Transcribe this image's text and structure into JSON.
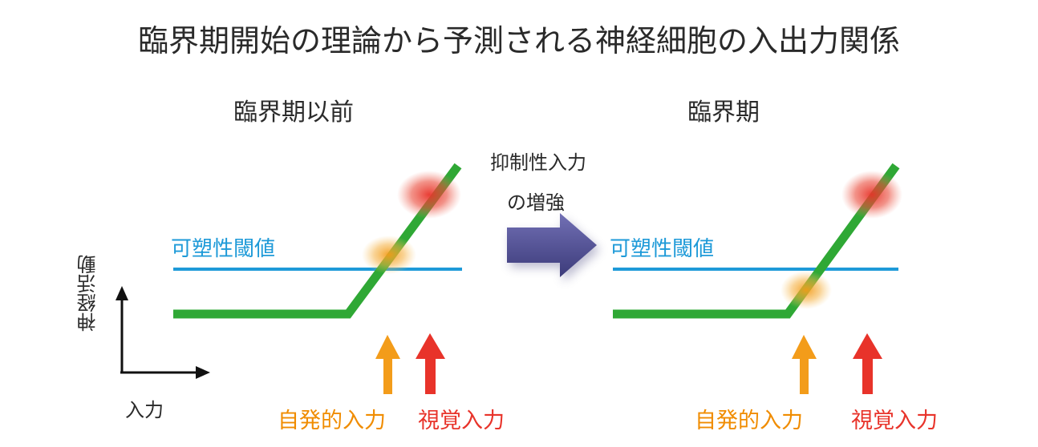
{
  "title": "臨界期開始の理論から予測される神経細胞の入出力関係",
  "panels": {
    "before": {
      "heading": "臨界期以前",
      "threshold_label": "可塑性閾値"
    },
    "critical": {
      "heading": "臨界期",
      "threshold_label": "可塑性閾値"
    }
  },
  "transition": {
    "line1": "抑制性入力",
    "line2": "の増強"
  },
  "axes": {
    "y_label": "神経活動",
    "x_label": "入力"
  },
  "inputs": {
    "spontaneous": "自発的入力",
    "visual": "視覚入力"
  },
  "colors": {
    "response_curve": "#2fa835",
    "threshold": "#1e9ad8",
    "spontaneous": "#f39c1a",
    "visual": "#e8332a",
    "transition_arrow": "#4b4a8f",
    "text": "#2a2a2a"
  }
}
